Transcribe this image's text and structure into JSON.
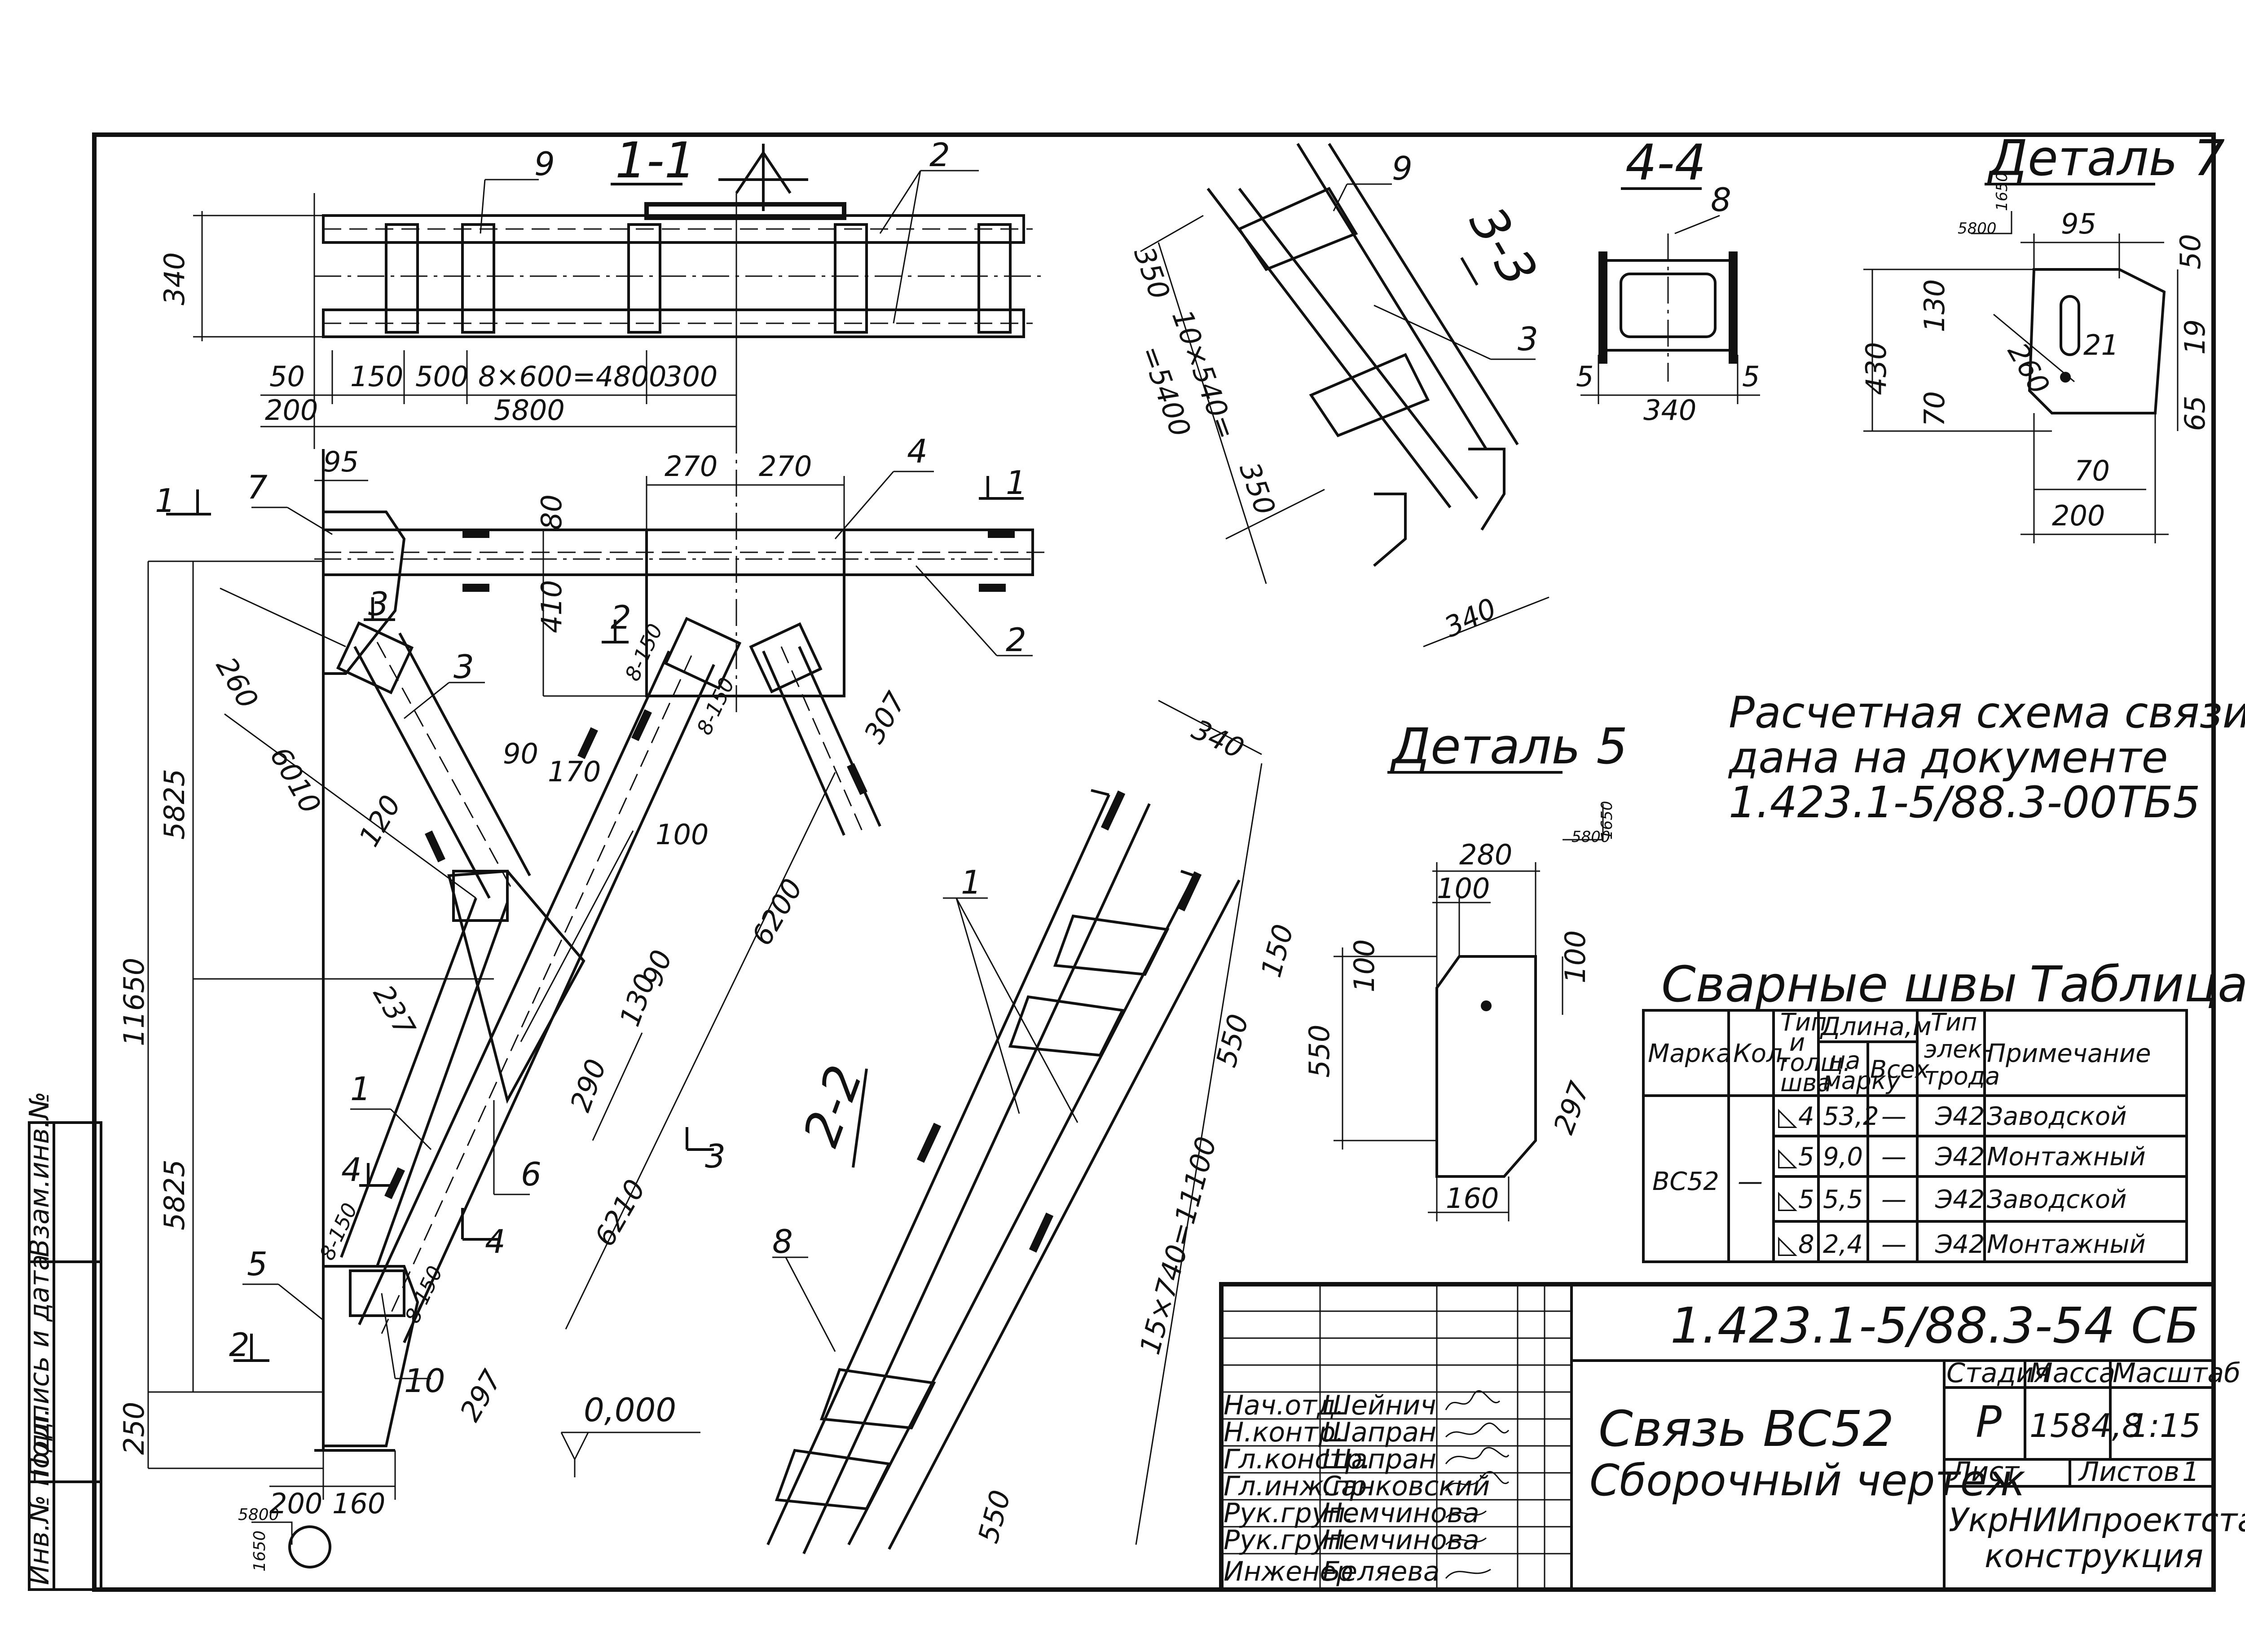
{
  "section_1_1": {
    "title": "1-1",
    "dims_h": [
      "50",
      "150",
      "500",
      "8×600=4800",
      "300",
      "200",
      "5800"
    ],
    "dim_v": "340",
    "callouts": [
      "9",
      "2"
    ]
  },
  "section_3_3": {
    "title": "3-3",
    "callouts": [
      "9",
      "3"
    ],
    "dims": [
      "350",
      "10×540=",
      "=5400",
      "350",
      "340"
    ]
  },
  "section_4_4": {
    "title": "4-4",
    "callout": "8",
    "dims": [
      "5",
      "340",
      "5"
    ]
  },
  "detail_7": {
    "title": "Деталь 7",
    "dims": [
      "95",
      "50",
      "130",
      "19",
      "21",
      "430",
      "260",
      "70",
      "65",
      "70",
      "200"
    ],
    "slope": [
      "1650",
      "5800"
    ]
  },
  "main_view": {
    "cut_marks": [
      "1",
      "1",
      "2",
      "3",
      "4",
      "2"
    ],
    "callouts": [
      "7",
      "4",
      "2",
      "3",
      "1",
      "5",
      "6",
      "10"
    ],
    "dims": [
      "95",
      "270",
      "270",
      "80",
      "410",
      "260",
      "6010",
      "5825",
      "11650",
      "5825",
      "250",
      "90",
      "170",
      "120",
      "100",
      "307",
      "6200",
      "237",
      "130",
      "90",
      "290",
      "6210",
      "297",
      "200",
      "160",
      "8-150",
      "8-150",
      "8-150",
      "8-150"
    ],
    "elevation": "0,000",
    "slope": [
      "1650",
      "5800"
    ]
  },
  "section_2_2": {
    "title": "2-2",
    "callouts": [
      "1",
      "8"
    ],
    "dims": [
      "340",
      "150",
      "550",
      "15×740=11100",
      "550"
    ]
  },
  "detail_5": {
    "title": "Деталь 5",
    "dims": [
      "280",
      "100",
      "100",
      "100",
      "550",
      "297",
      "160"
    ],
    "slope": [
      "1650",
      "5800"
    ]
  },
  "note": {
    "line1": "Расчетная схема связи",
    "line2": "дана на документе",
    "line3": "1.423.1-5/88.3-00ТБ5"
  },
  "weld_table": {
    "title": "Сварные швы",
    "title_right": "Таблица",
    "headers": {
      "mark": "Марка",
      "qty": "Кол.",
      "type1": "Тип",
      "type2": "и",
      "type3": "толщ.",
      "type4": "шва",
      "length": "Длина,м",
      "per_mark1": "на",
      "per_mark2": "марку",
      "total": "Всех",
      "electrode1": "Тип",
      "electrode2": "элек-",
      "electrode3": "трода",
      "note": "Примечание"
    },
    "mark": "ВС52",
    "qty": "—",
    "rows": [
      {
        "weld": "4",
        "len": "53,2",
        "total": "—",
        "elec": "Э42",
        "note": "Заводской"
      },
      {
        "weld": "5",
        "len": "9,0",
        "total": "—",
        "elec": "Э42",
        "note": "Монтажный"
      },
      {
        "weld": "5",
        "len": "5,5",
        "total": "—",
        "elec": "Э42",
        "note": "Заводской"
      },
      {
        "weld": "8",
        "len": "2,4",
        "total": "—",
        "elec": "Э42",
        "note": "Монтажный"
      }
    ]
  },
  "title_block": {
    "doc_code": "1.423.1-5/88.3-54 СБ",
    "name1": "Связь ВС52",
    "name2": "Сборочный чертеж",
    "stage_label": "Стадия",
    "mass_label": "Масса",
    "scale_label": "Масштаб",
    "stage": "Р",
    "mass": "1584,8",
    "scale": "1:15",
    "sheet_label": "Лист",
    "sheets_label": "Листов",
    "sheets": "1",
    "org1": "УкрНИИпроектсталь-",
    "org2": "конструкция",
    "roles": [
      {
        "role": "Нач.отд.",
        "name": "Шейнич"
      },
      {
        "role": "Н.контр.",
        "name": "Шапран"
      },
      {
        "role": "Гл.констр.",
        "name": "Шапран"
      },
      {
        "role": "Гл.инж.пр.",
        "name": "Санковский"
      },
      {
        "role": "Рук.груп.",
        "name": "Немчинова"
      },
      {
        "role": "Рук.груп",
        "name": "Немчинова"
      },
      {
        "role": "Инженер",
        "name": "Беляева"
      }
    ]
  },
  "side_stamp": {
    "c1": "Инв.№ подл.",
    "c2": "Подпись и дата",
    "c3": "Взам.инв.№"
  }
}
